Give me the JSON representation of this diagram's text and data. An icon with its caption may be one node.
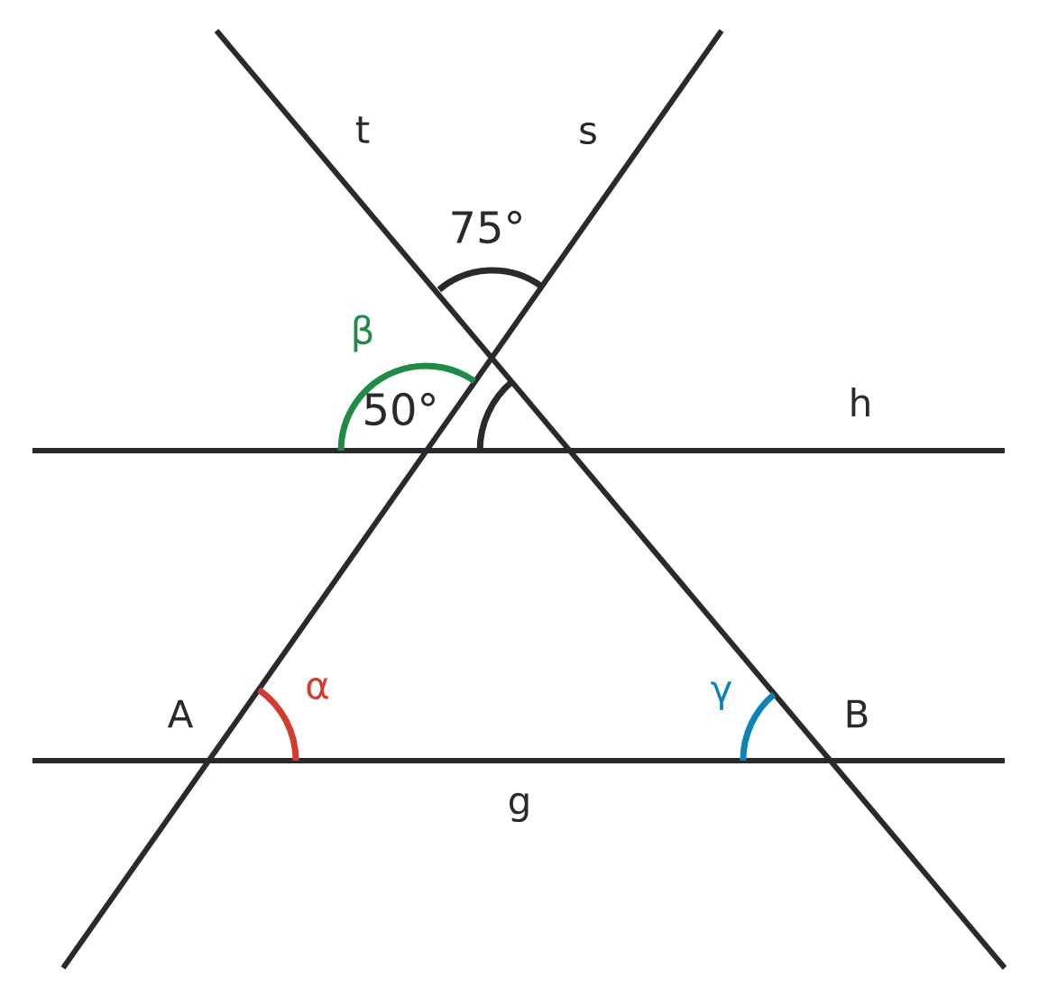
{
  "diagram": {
    "labels": [
      "t",
      "s",
      "75°",
      "β",
      "50°",
      "h",
      "A",
      "α",
      "γ",
      "B",
      "g"
    ]
  }
}
